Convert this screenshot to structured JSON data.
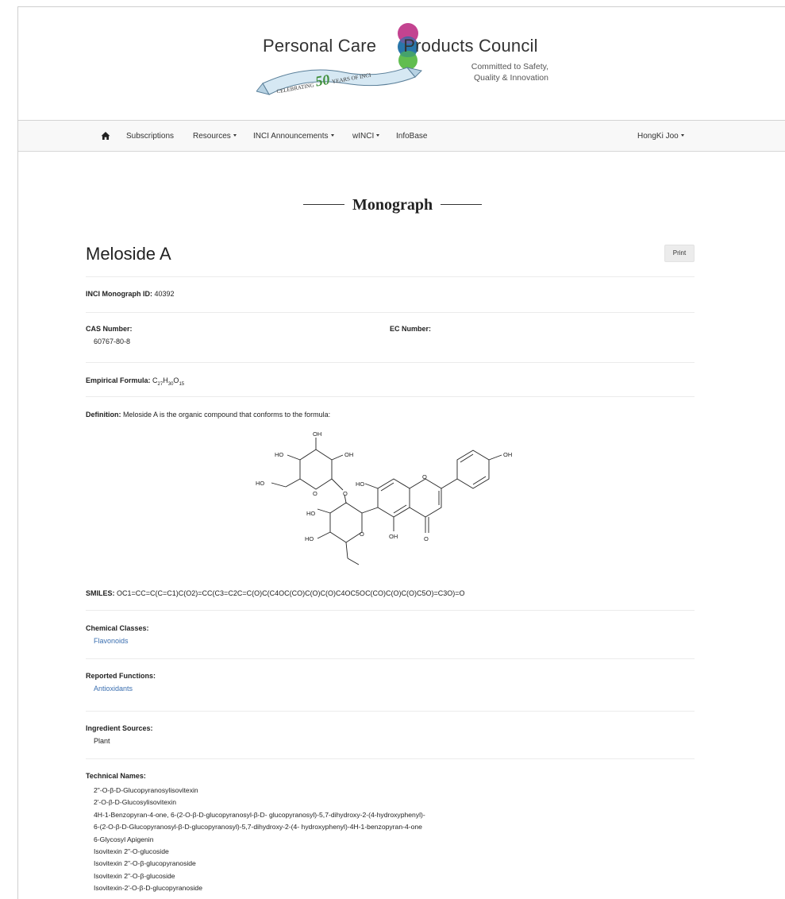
{
  "header": {
    "logo_left": "Personal Care",
    "logo_right": "Products Council",
    "tagline_1": "Committed to Safety,",
    "tagline_2": "Quality & Innovation",
    "banner_left": "CELEBRATING",
    "banner_number": "50",
    "banner_right": "YEARS OF INCI"
  },
  "nav": {
    "subscriptions": "Subscriptions",
    "resources": "Resources",
    "inci_announcements": "INCI Announcements",
    "winci": "wINCI",
    "infobase": "InfoBase",
    "user": "HongKi Joo"
  },
  "page": {
    "heading": "Monograph",
    "title": "Meloside A",
    "print_label": "Print"
  },
  "fields": {
    "monograph_id_label": "INCI Monograph ID:",
    "monograph_id": "40392",
    "cas_label": "CAS Number:",
    "cas_value": "60767-80-8",
    "ec_label": "EC Number:",
    "formula_label": "Empirical Formula:",
    "formula_c": "C",
    "formula_c_n": "27",
    "formula_h": "H",
    "formula_h_n": "30",
    "formula_o": "O",
    "formula_o_n": "15",
    "definition_label": "Definition:",
    "definition_text": "Meloside A is the organic compound that conforms to the formula:",
    "smiles_label": "SMILES:",
    "smiles_value": "OC1=CC=C(C=C1)C(O2)=CC(C3=C2C=C(O)C(C4OC(CO)C(O)C(O)C4OC5OC(CO)C(O)C(O)C5O)=C3O)=O",
    "chemical_classes_label": "Chemical Classes:",
    "chemical_class": "Flavonoids",
    "reported_functions_label": "Reported Functions:",
    "reported_function": "Antioxidants",
    "ingredient_sources_label": "Ingredient Sources:",
    "ingredient_source": "Plant",
    "technical_names_label": "Technical Names:"
  },
  "structure_labels": {
    "oh": "OH",
    "ho": "HO",
    "o": "O"
  },
  "technical_names": [
    "2\"-O-β-D-Glucopyranosylisovitexin",
    "2'-O-β-D-Glucosylisovitexin",
    "4H-1-Benzopyran-4-one, 6-(2-O-β-D-glucopyranosyl-β-D- glucopyranosyl)-5,7-dihydroxy-2-(4-hydroxyphenyl)-",
    "6-(2-O-β-D-Glucopyranosyl-β-D-glucopyranosyl)-5,7-dihydroxy-2-(4- hydroxyphenyl)-4H-1-benzopyran-4-one",
    "6-Glycosyl Apigenin",
    "Isovitexin 2\"-O-glucoside",
    "Isovitexin 2\"-O-β-glucopyranoside",
    "Isovitexin 2\"-O-β-glucoside",
    "Isovitexin-2'-O-β-D-glucopyranoside"
  ],
  "colors": {
    "link": "#3b6fb0",
    "logo_magenta": "#c0398a",
    "logo_blue": "#1d6fa5",
    "logo_green": "#58b947"
  }
}
